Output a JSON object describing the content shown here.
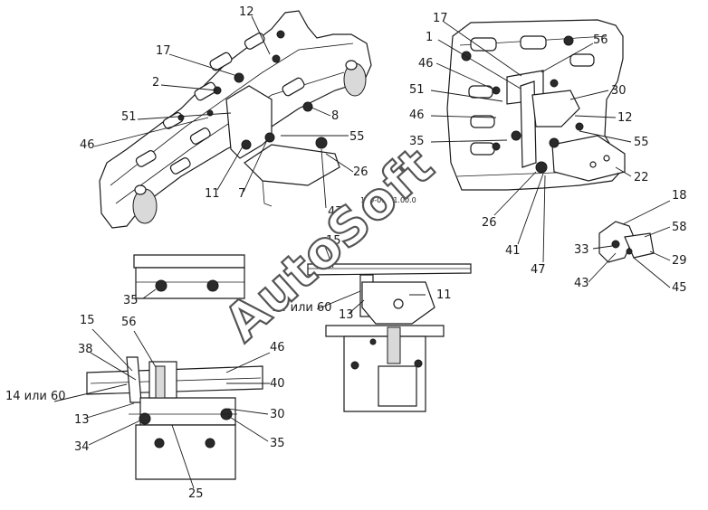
{
  "watermark": "AutoSoft",
  "drawing_code": "130-00-21.00.0",
  "labels": {
    "tl_12": "12",
    "tl_17": "17",
    "tl_2": "2",
    "tl_51": "51",
    "tl_46": "46",
    "tl_11": "11",
    "tl_7": "7",
    "tl_47": "47",
    "tl_26": "26",
    "tl_55": "55",
    "tl_8": "8",
    "tr_17": "17",
    "tr_1": "1",
    "tr_46a": "46",
    "tr_51": "51",
    "tr_46b": "46",
    "tr_35": "35",
    "tr_56": "56",
    "tr_30": "30",
    "tr_12": "12",
    "tr_55": "55",
    "tr_22": "22",
    "tr_26": "26",
    "tr_41": "41",
    "tr_47": "47",
    "sm_18": "18",
    "sm_58": "58",
    "sm_33": "33",
    "sm_29": "29",
    "sm_43": "43",
    "sm_45": "45",
    "bc_15": "15",
    "bc_14": "14 или 60",
    "bc_13": "13",
    "bc_11": "11",
    "bl_35": "35",
    "bl_15": "15",
    "bl_56": "56",
    "bl_38": "38",
    "bl_14": "14 или 60",
    "bl_46": "46",
    "bl_40": "40",
    "bl_13": "13",
    "bl_30": "30",
    "bl_34": "34",
    "bl_35b": "35",
    "bl_25": "25"
  }
}
